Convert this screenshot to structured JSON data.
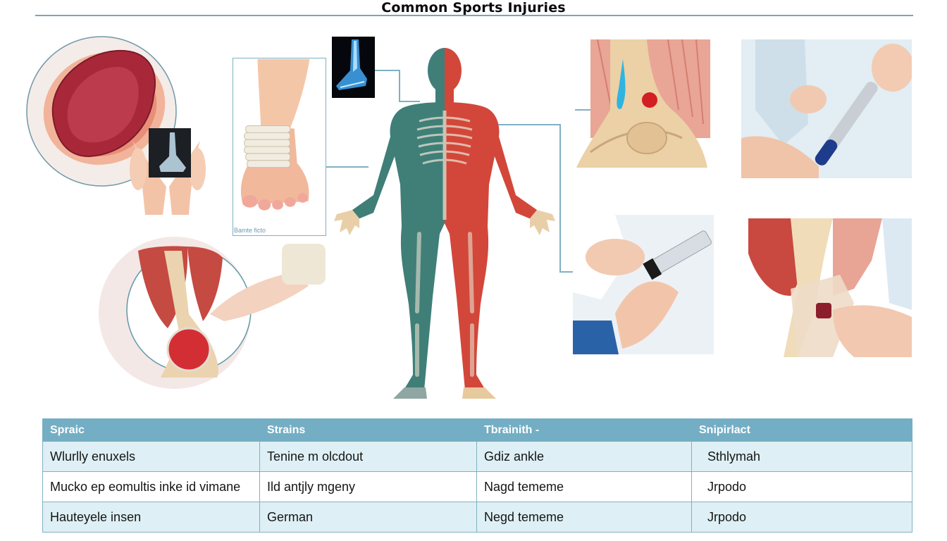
{
  "header": {
    "title": "Common Sports Injuries"
  },
  "panels": {
    "abrasion_circle": {
      "label": "abrasion wound illustration with x-ray held in hands"
    },
    "bandaged_foot": {
      "label": "bandaged ankle illustration",
      "caption": "Bamte ficto"
    },
    "foot_xray": {
      "label": "foot x-ray inset"
    },
    "body_figure": {
      "label": "human body anatomy figure, half teal half red"
    },
    "ankle_anatomy": {
      "label": "ankle anatomy with fluid drop and red injury mark"
    },
    "injection_pen": {
      "label": "hands holding injection pen"
    },
    "muscle_circle": {
      "label": "calf muscle cross-section circle with hand"
    },
    "syringe_hands": {
      "label": "clinician hands preparing syringe"
    },
    "knee_bandage": {
      "label": "knee muscle anatomy with bandage"
    }
  },
  "table": {
    "columns": [
      "Spraic",
      "Strains",
      "Tbrainith -",
      "Snipirlact"
    ],
    "rows": [
      [
        "Wlurlly enuxels",
        "Tenine m olcdout",
        "Gdiz ankle",
        "Sthlymah"
      ],
      [
        "Mucko ep eomultis inke id vimane",
        "Ild antjly mgeny",
        "Nagd tememe",
        "Jrpodo"
      ],
      [
        "Hauteyele insen",
        "German",
        "Negd tememe",
        "Jrpodo"
      ]
    ]
  },
  "colors": {
    "header_bg": "#74aec4",
    "row_alt_bg": "#def0f5",
    "border": "#7fb1c3",
    "body_teal": "#3f7f78",
    "body_red": "#d2473a"
  }
}
